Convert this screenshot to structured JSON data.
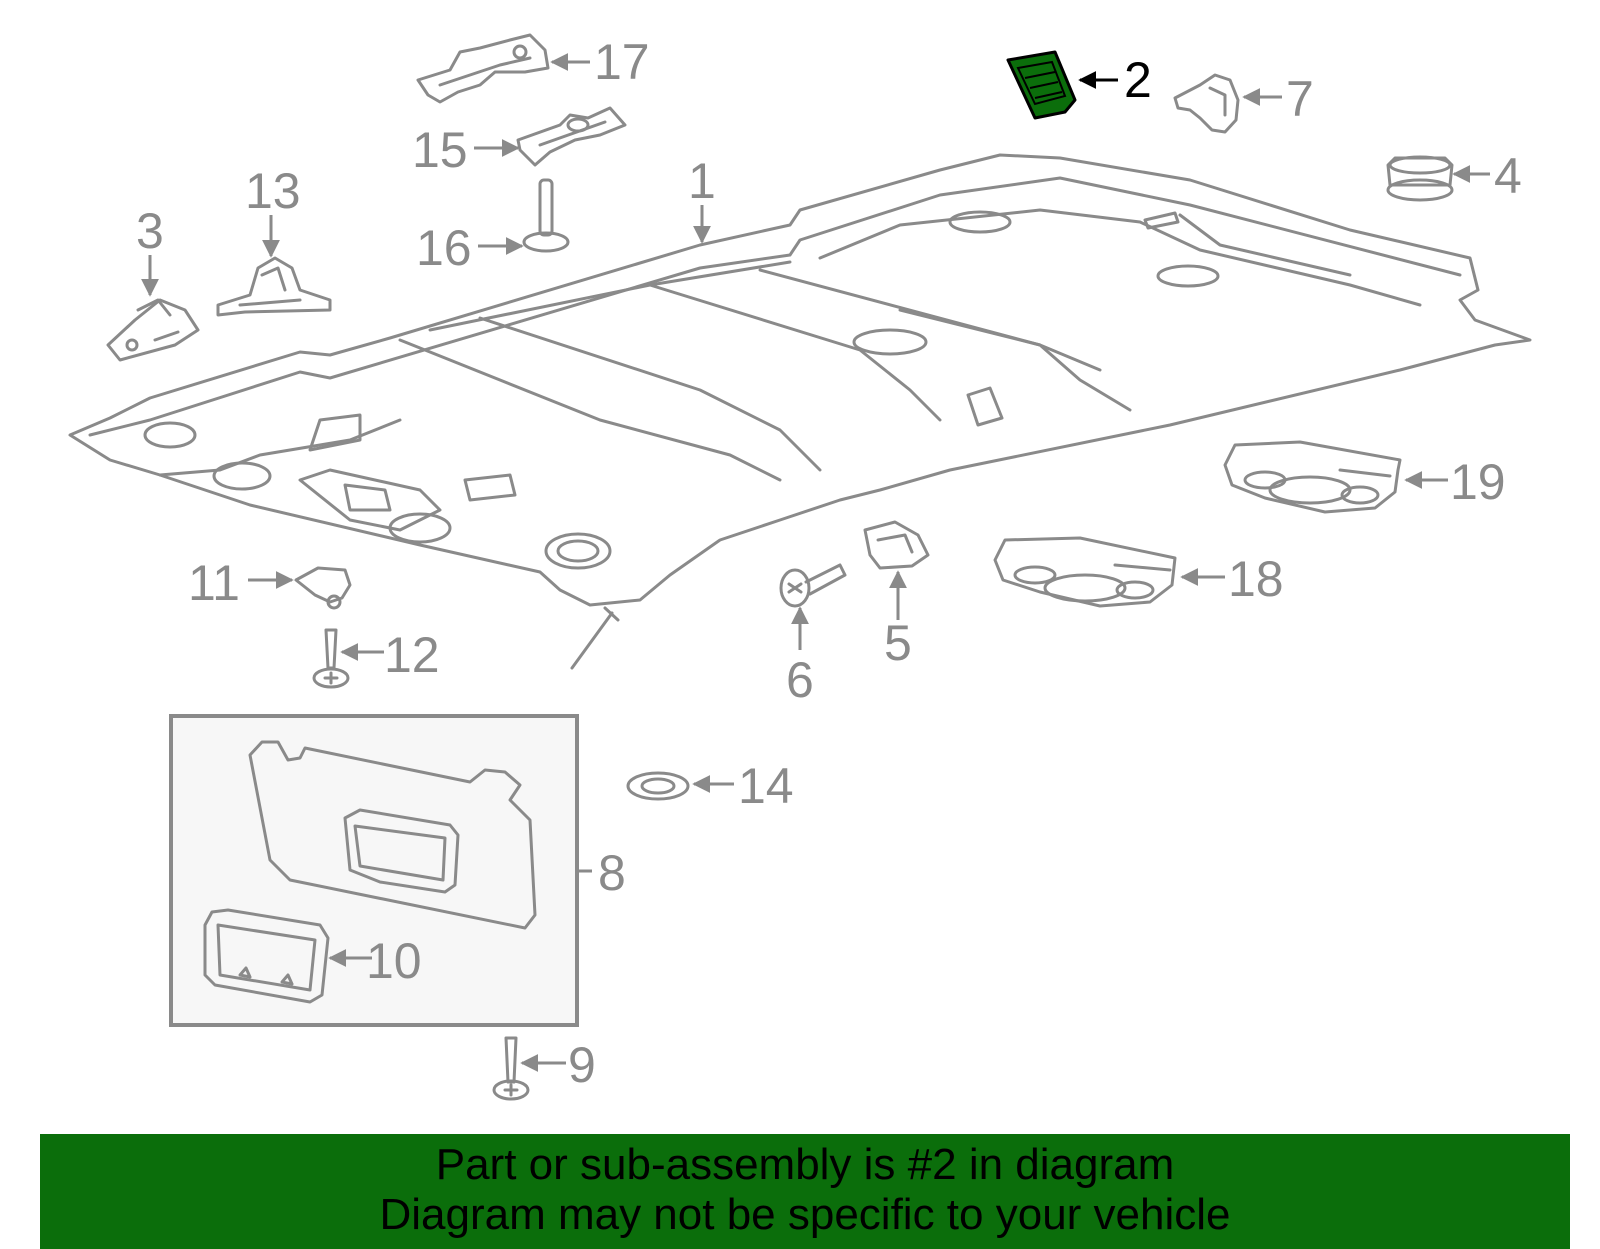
{
  "diagram": {
    "highlight_color": "#0b6e0b",
    "part_color": "#8a8a8a",
    "highlighted_part": "2",
    "callouts": [
      "1",
      "2",
      "3",
      "4",
      "5",
      "6",
      "7",
      "8",
      "9",
      "10",
      "11",
      "12",
      "13",
      "14",
      "15",
      "16",
      "17",
      "18",
      "19"
    ]
  },
  "banner": {
    "line1": "Part or sub-assembly is #2 in diagram",
    "line2": "Diagram may not be specific to your vehicle",
    "background": "#0b6e0b"
  }
}
